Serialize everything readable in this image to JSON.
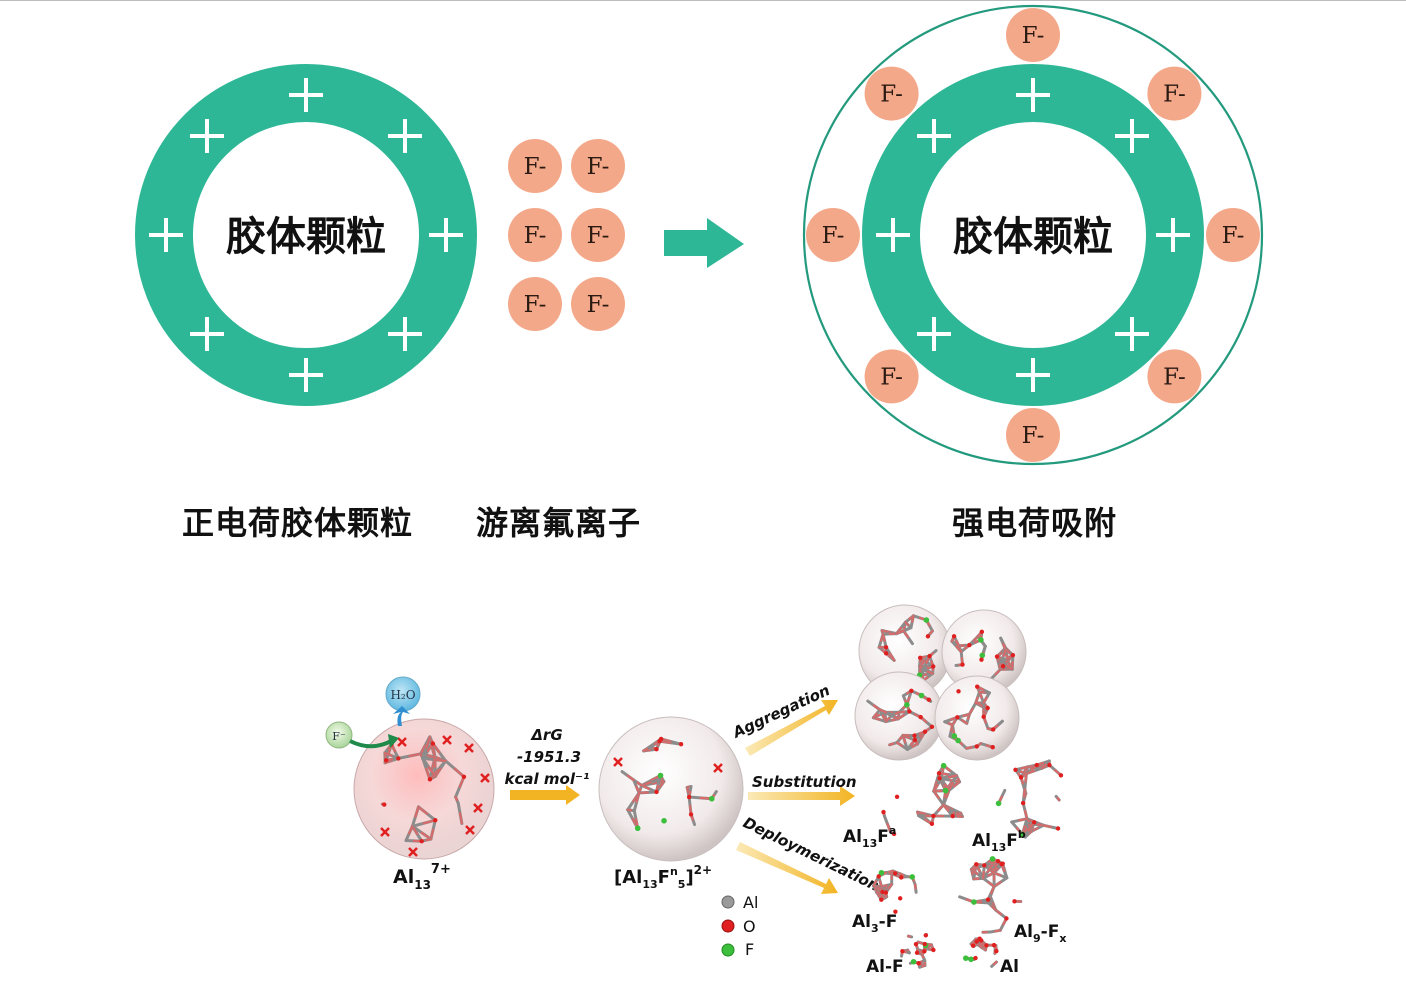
{
  "colors": {
    "ring": "#2eb796",
    "ring_stroke": "#239a7d",
    "ion_fill": "#f4a88a",
    "ion_text": "#2a1a12",
    "arrow_teal": "#2eb796",
    "arrow_orange": "#f2b422",
    "al_atom": "#9a9a9a",
    "o_atom": "#e02020",
    "f_atom": "#3cbf3c",
    "water": "#6fc4e6"
  },
  "particle": {
    "label": "胶体颗粒",
    "charge_symbol": "+"
  },
  "ion": {
    "label": "F-"
  },
  "captions": {
    "positive_particle": "正电荷胶体颗粒",
    "free_ions": "游离氟离子",
    "adsorption": "强电荷吸附"
  },
  "mechanism": {
    "al13": {
      "base": "Al",
      "sub": "13",
      "sup": "7+"
    },
    "water": "H₂O",
    "fluoride": "F⁻",
    "energy": {
      "line1": "ΔrG",
      "line2": "-1951.3",
      "line3": "kcal mol⁻¹"
    },
    "complex": {
      "pre": "[Al",
      "sub1": "13",
      "mid": "F",
      "supn": "n",
      "sub2": "5",
      "post": "]",
      "sup": "2+"
    },
    "pathways": [
      "Aggregation",
      "Substitution",
      "Deploymerization"
    ],
    "products": {
      "al13fa": {
        "base": "Al",
        "sub": "13",
        "mid": "F",
        "sup": "a"
      },
      "al13fb": {
        "base": "Al",
        "sub": "13",
        "mid": "F",
        "sup": "b"
      },
      "al3f": {
        "base": "Al",
        "sub": "3",
        "post": "-F"
      },
      "al9fx": {
        "base": "Al",
        "sub": "9",
        "mid": "-F",
        "sub2": "x"
      },
      "alf": "Al-F",
      "al": "Al"
    },
    "legend": [
      "Al",
      "O",
      "F"
    ]
  }
}
